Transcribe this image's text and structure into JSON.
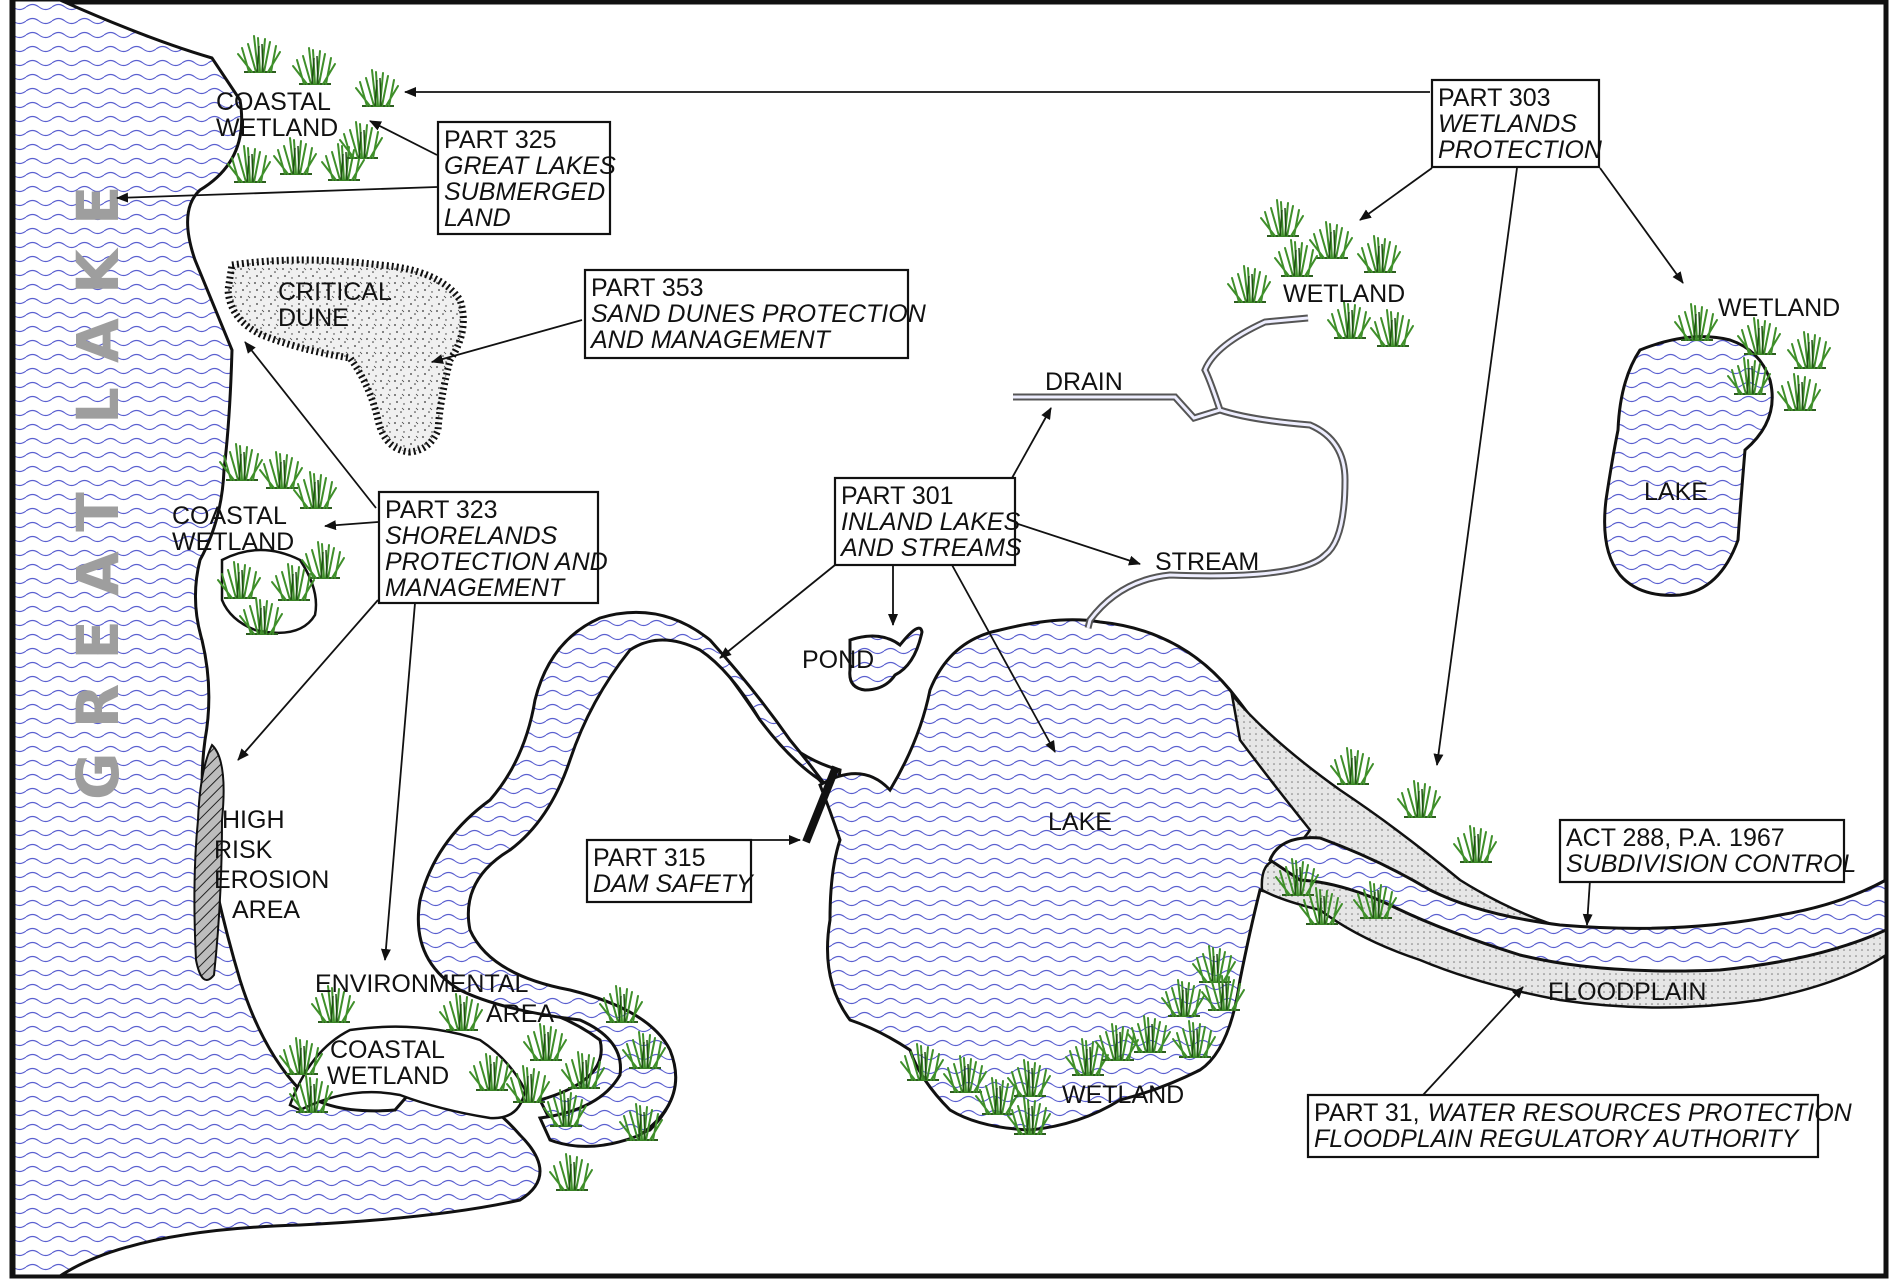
{
  "great_lake": "GREAT LAKE",
  "features": {
    "coastal_wetland_top": [
      "COASTAL",
      "WETLAND"
    ],
    "critical_dune": [
      "CRITICAL",
      "DUNE"
    ],
    "coastal_wetland_mid": [
      "COASTAL",
      "WETLAND"
    ],
    "high_risk_erosion": [
      "HIGH",
      "RISK",
      "EROSION",
      "AREA"
    ],
    "environmental_area": [
      "ENVIRONMENTAL",
      "AREA"
    ],
    "coastal_wetland_bottom": [
      "COASTAL",
      "WETLAND"
    ],
    "drain": "DRAIN",
    "stream": "STREAM",
    "pond": "POND",
    "lake_center": "LAKE",
    "wetland_bottom": "WETLAND",
    "wetland_top": "WETLAND",
    "wetland_right": "WETLAND",
    "lake_right": "LAKE",
    "floodplain": "FLOODPLAIN"
  },
  "regulations": {
    "part325": {
      "part": "PART 325",
      "title": [
        "GREAT LAKES",
        "SUBMERGED",
        "LAND"
      ]
    },
    "part353": {
      "part": "PART 353",
      "title": [
        "SAND DUNES PROTECTION",
        "AND MANAGEMENT"
      ]
    },
    "part323": {
      "part": "PART 323",
      "title": [
        "SHORELANDS",
        "PROTECTION AND",
        "MANAGEMENT"
      ]
    },
    "part301": {
      "part": "PART 301",
      "title": [
        "INLAND LAKES",
        "AND STREAMS"
      ]
    },
    "part315": {
      "part": "PART 315",
      "title": [
        "DAM SAFETY"
      ]
    },
    "part303": {
      "part": "PART 303",
      "title": [
        "WETLANDS",
        "PROTECTION"
      ]
    },
    "act288": {
      "part": "ACT 288, P.A. 1967",
      "title": [
        "SUBDIVISION CONTROL"
      ]
    },
    "part31": {
      "part": "PART 31,",
      "title_line1": "WATER RESOURCES PROTECTION",
      "title_line2": "FLOODPLAIN REGULATORY AUTHORITY"
    }
  },
  "colors": {
    "water_wave": "#5a5fd0",
    "outline": "#111111",
    "great_lake_text": "#9e9e9e",
    "grass": "#3f8f2a"
  }
}
